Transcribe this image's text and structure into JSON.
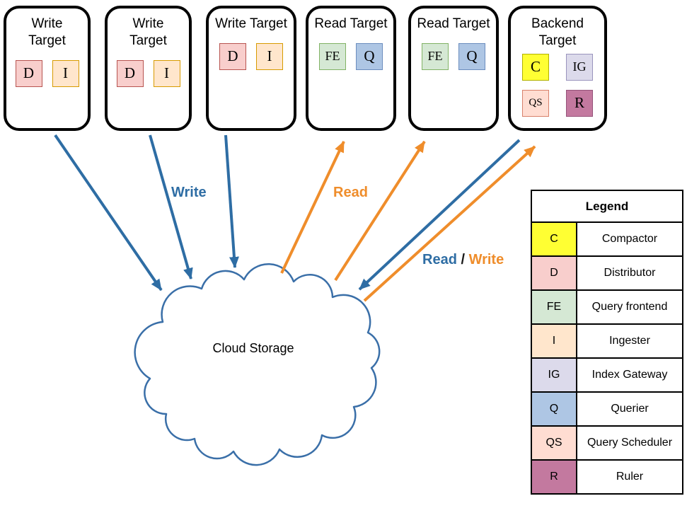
{
  "targets": [
    {
      "title": "Write Target",
      "components": [
        {
          "label": "D",
          "fill": "#f8cecc",
          "border": "#b85450"
        },
        {
          "label": "I",
          "fill": "#ffe6cc",
          "border": "#d79b00"
        }
      ]
    },
    {
      "title": "Write Target",
      "components": [
        {
          "label": "D",
          "fill": "#f8cecc",
          "border": "#b85450"
        },
        {
          "label": "I",
          "fill": "#ffe6cc",
          "border": "#d79b00"
        }
      ]
    },
    {
      "title": "Write Target",
      "components": [
        {
          "label": "D",
          "fill": "#f8cecc",
          "border": "#b85450"
        },
        {
          "label": "I",
          "fill": "#ffe6cc",
          "border": "#d79b00"
        }
      ]
    },
    {
      "title": "Read Target",
      "components": [
        {
          "label": "FE",
          "fill": "#d5e8d4",
          "border": "#82b366"
        },
        {
          "label": "Q",
          "fill": "#aec6e4",
          "border": "#6c8ebf"
        }
      ]
    },
    {
      "title": "Read Target",
      "components": [
        {
          "label": "FE",
          "fill": "#d5e8d4",
          "border": "#82b366"
        },
        {
          "label": "Q",
          "fill": "#aec6e4",
          "border": "#6c8ebf"
        }
      ]
    },
    {
      "title": "Backend Target",
      "components": [
        {
          "label": "C",
          "fill": "#ffff33",
          "border": "#b1b100"
        },
        {
          "label": "IG",
          "fill": "#dcdaeb",
          "border": "#9a94bd"
        },
        {
          "label": "QS",
          "fill": "#ffddd2",
          "border": "#d8816b"
        },
        {
          "label": "R",
          "fill": "#c3799f",
          "border": "#96537a"
        }
      ]
    }
  ],
  "cloud": {
    "label": "Cloud Storage"
  },
  "flow_labels": {
    "write": "Write",
    "read": "Read",
    "combo_read": "Read",
    "combo_sep": " / ",
    "combo_write": "Write"
  },
  "legend": {
    "title": "Legend",
    "rows": [
      {
        "key": "C",
        "color": "#ffff33",
        "name": "Compactor"
      },
      {
        "key": "D",
        "color": "#f8cecc",
        "name": "Distributor"
      },
      {
        "key": "FE",
        "color": "#d5e8d4",
        "name": "Query frontend"
      },
      {
        "key": "I",
        "color": "#ffe6cc",
        "name": "Ingester"
      },
      {
        "key": "IG",
        "color": "#dcdaeb",
        "name": "Index Gateway"
      },
      {
        "key": "Q",
        "color": "#aec6e4",
        "name": "Querier"
      },
      {
        "key": "QS",
        "color": "#ffddd2",
        "name": "Query Scheduler"
      },
      {
        "key": "R",
        "color": "#c3799f",
        "name": "Ruler"
      }
    ]
  },
  "colors": {
    "write_arrow": "#2e6da4",
    "read_arrow": "#ef8d2b",
    "cloud_outline": "#3a6fa8",
    "label_sep": "#1a1a1a"
  }
}
